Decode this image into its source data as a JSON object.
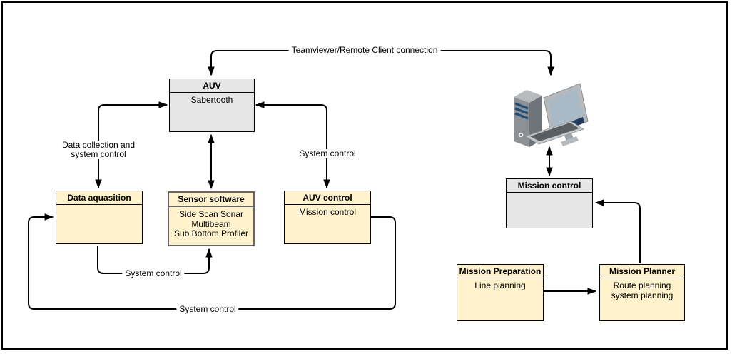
{
  "diagram": {
    "nodes": {
      "auv": {
        "title": "AUV",
        "body": "Sabertooth"
      },
      "data_acquisition": {
        "title": "Data aquasition",
        "body": ""
      },
      "sensor_software": {
        "title": "Sensor software",
        "lines": [
          "Side Scan Sonar",
          "Multibeam",
          "Sub Bottom Profiler"
        ]
      },
      "auv_control": {
        "title": "AUV control",
        "body": "Mission control"
      },
      "mission_control": {
        "title": "Mission control",
        "body": ""
      },
      "mission_preparation": {
        "title": "Mission Preparation",
        "body": "Line planning"
      },
      "mission_planner": {
        "title": "Mission Planner",
        "lines": [
          "Route planning",
          "system planning"
        ]
      }
    },
    "edge_labels": {
      "teamviewer": "Teamviewer/Remote Client connection",
      "data_collection_line1": "Data collection and",
      "data_collection_line2": "system control",
      "system_control_to_auv_control": "System control",
      "system_control_to_sensor": "System control",
      "system_control_long": "System control"
    },
    "icons": {
      "computer": "desktop-computer-icon"
    },
    "colors": {
      "node_fill_tan": "#FFF2CC",
      "node_fill_gray": "#E6E6E6",
      "sensor_border": "#666666",
      "edge": "#000000",
      "monitor_screen": "#A9B9C6",
      "tower_stripe": "#1F4E79"
    }
  }
}
